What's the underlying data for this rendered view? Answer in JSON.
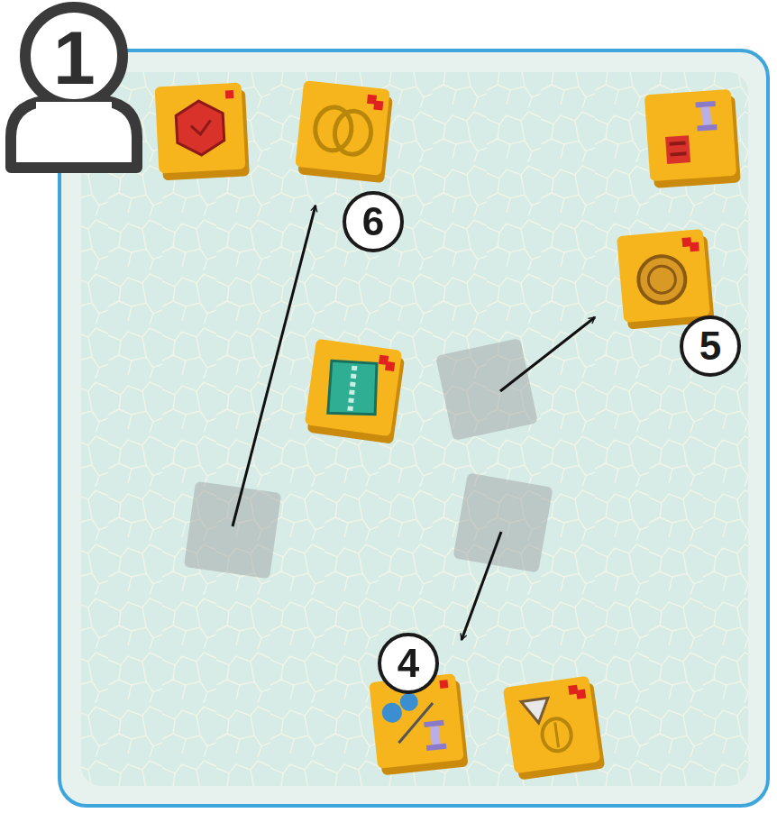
{
  "diagram": {
    "labels": [
      "1",
      "6",
      "5",
      "4"
    ]
  }
}
